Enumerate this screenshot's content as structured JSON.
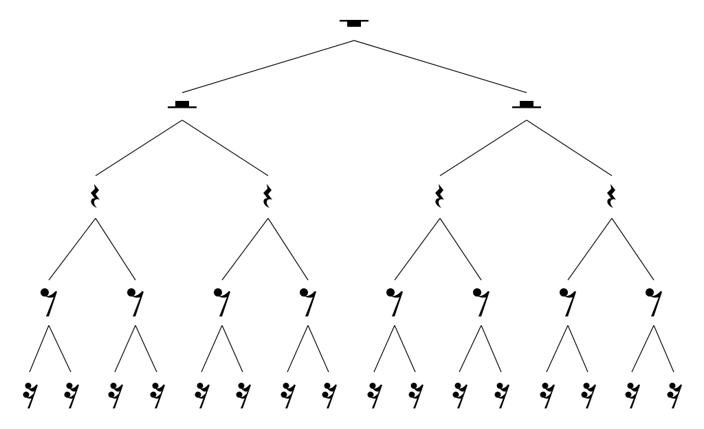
{
  "diagram": {
    "type": "tree",
    "line_color": "#000000",
    "symbol_color": "#000000",
    "background": "#ffffff",
    "levels": [
      {
        "symbol": "whole-rest",
        "count": 1
      },
      {
        "symbol": "half-rest",
        "count": 2
      },
      {
        "symbol": "quarter-rest",
        "count": 4
      },
      {
        "symbol": "eighth-rest",
        "count": 8
      },
      {
        "symbol": "sixteenth-rest",
        "count": 16
      }
    ]
  }
}
